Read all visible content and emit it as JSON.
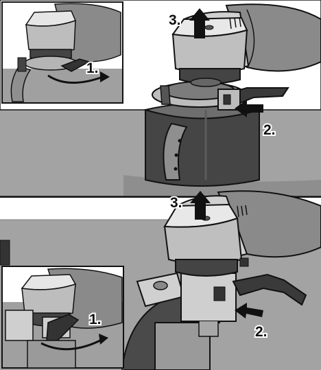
{
  "figure": {
    "top_panel": {
      "inset_step_1": "1.",
      "step_2": "2.",
      "step_3": "3."
    },
    "bottom_panel": {
      "inset_step_1": "1.",
      "step_2": "2.",
      "step_3": "3."
    }
  },
  "colors": {
    "outline": "#111111",
    "light_gray": "#d2d2d2",
    "mid_gray": "#8c8c8c",
    "dark_gray": "#3c3c3c",
    "background_gray": "#a0a0a0"
  }
}
